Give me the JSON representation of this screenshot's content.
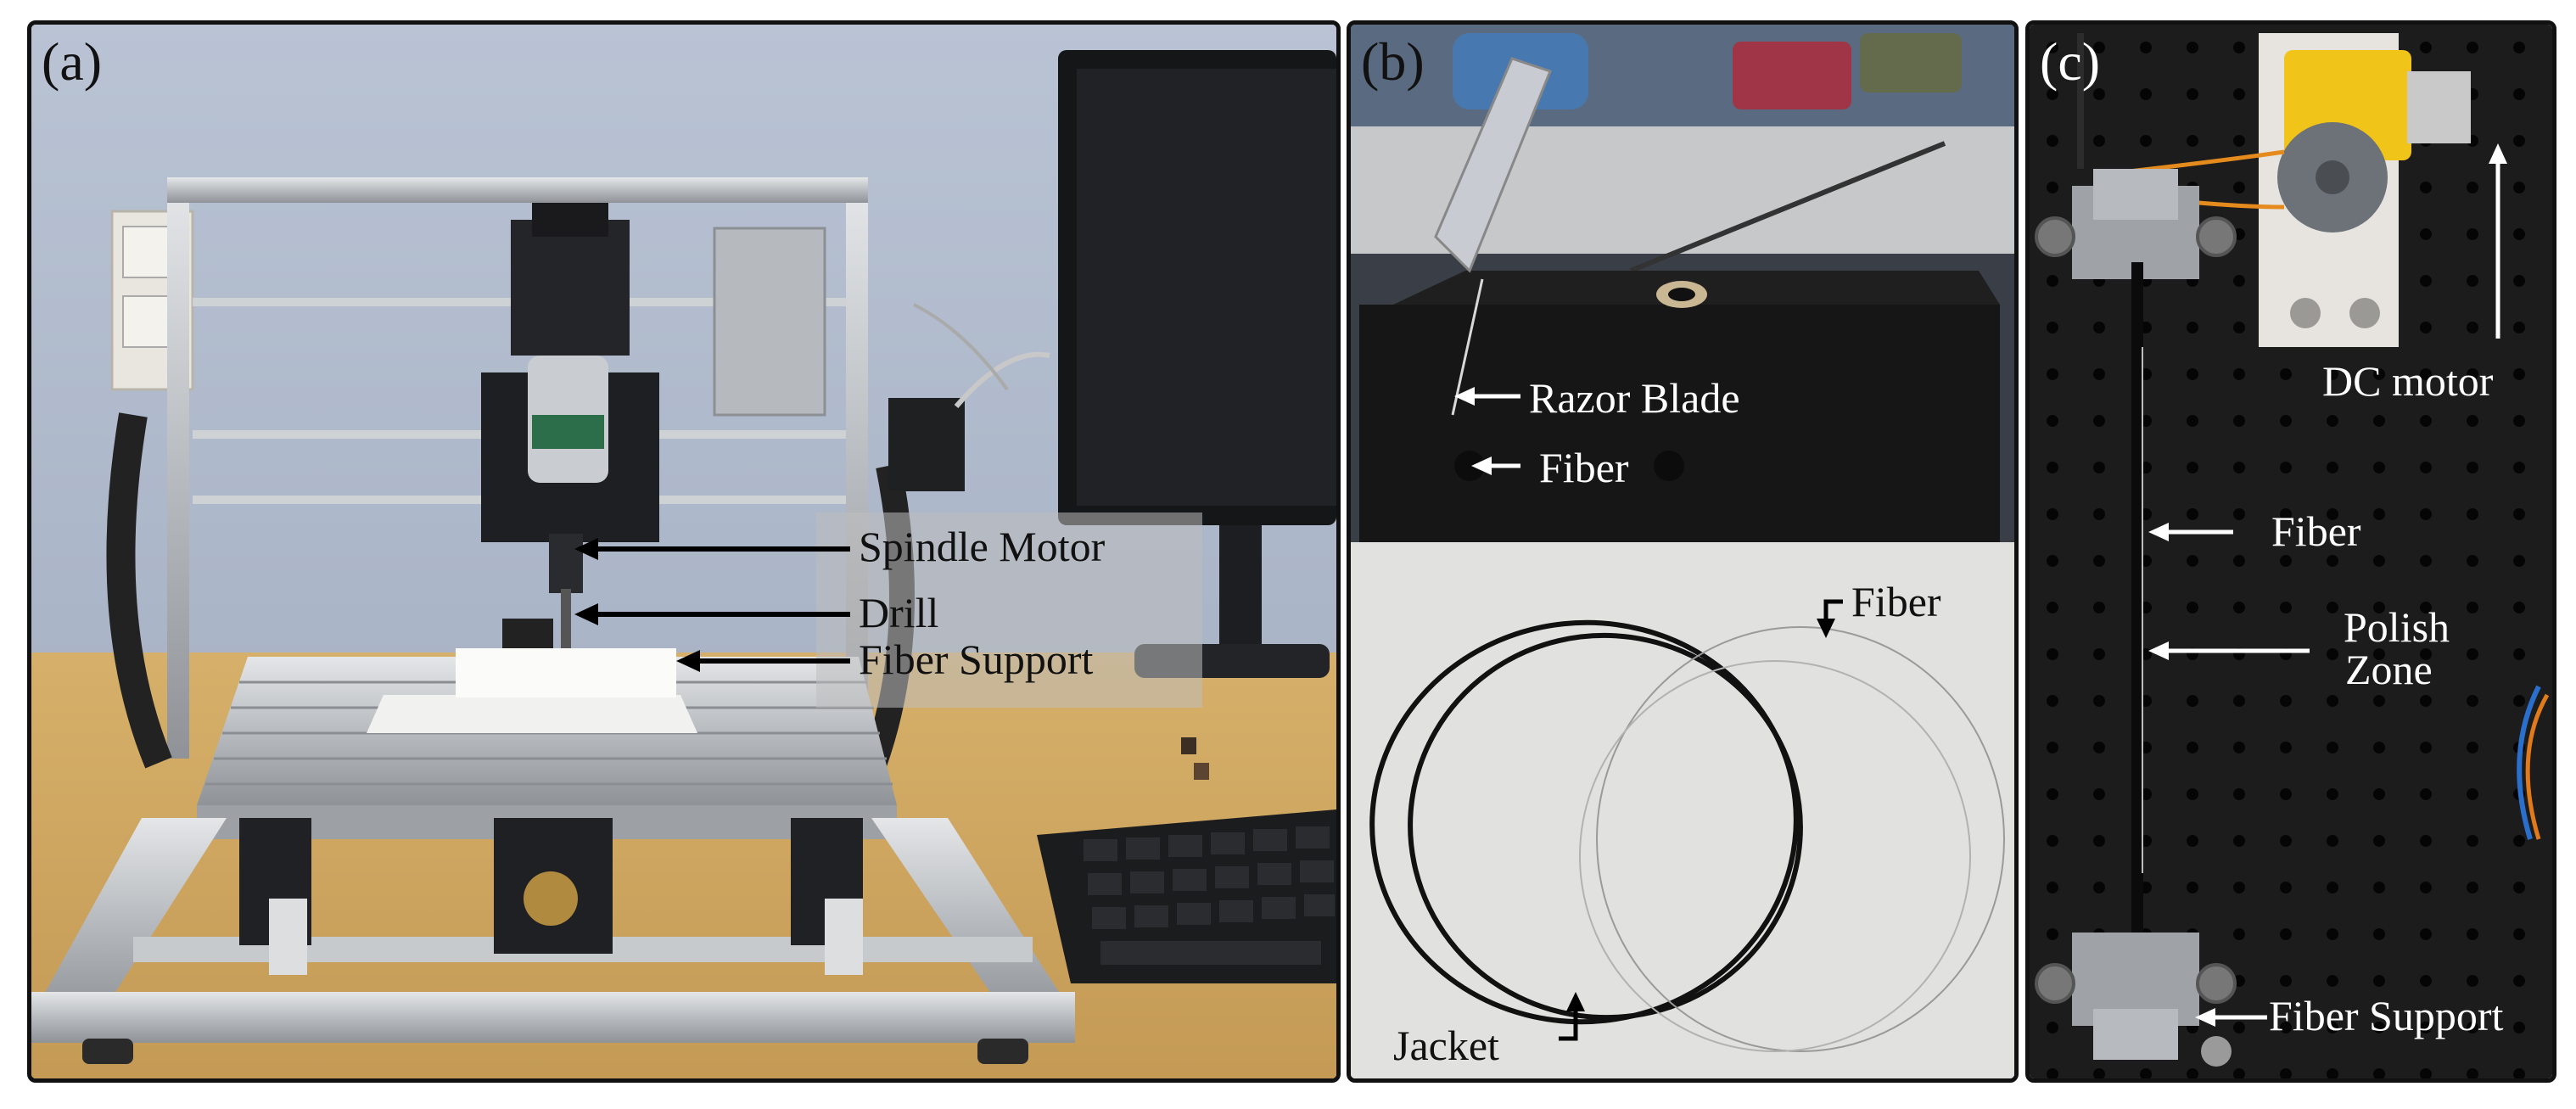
{
  "colors": {
    "panel_border": "#111111",
    "label_dark": "#111111",
    "label_light": "#ffffff",
    "arrow_dark": "#000000",
    "arrow_light": "#ffffff"
  },
  "panels": {
    "a": {
      "letter": "(a)",
      "labels": {
        "spindle_motor": "Spindle Motor",
        "drill": "Drill",
        "fiber_support": "Fiber Support"
      }
    },
    "b": {
      "letter": "(b)",
      "labels": {
        "razor_blade": "Razor Blade",
        "fiber_top": "Fiber",
        "fiber_coil": "Fiber",
        "jacket": "Jacket"
      }
    },
    "c": {
      "letter": "(c)",
      "labels": {
        "dc_motor": "DC motor",
        "fiber": "Fiber",
        "polish_line1": "Polish",
        "polish_line2": "Zone",
        "fiber_support": "Fiber Support"
      }
    }
  }
}
